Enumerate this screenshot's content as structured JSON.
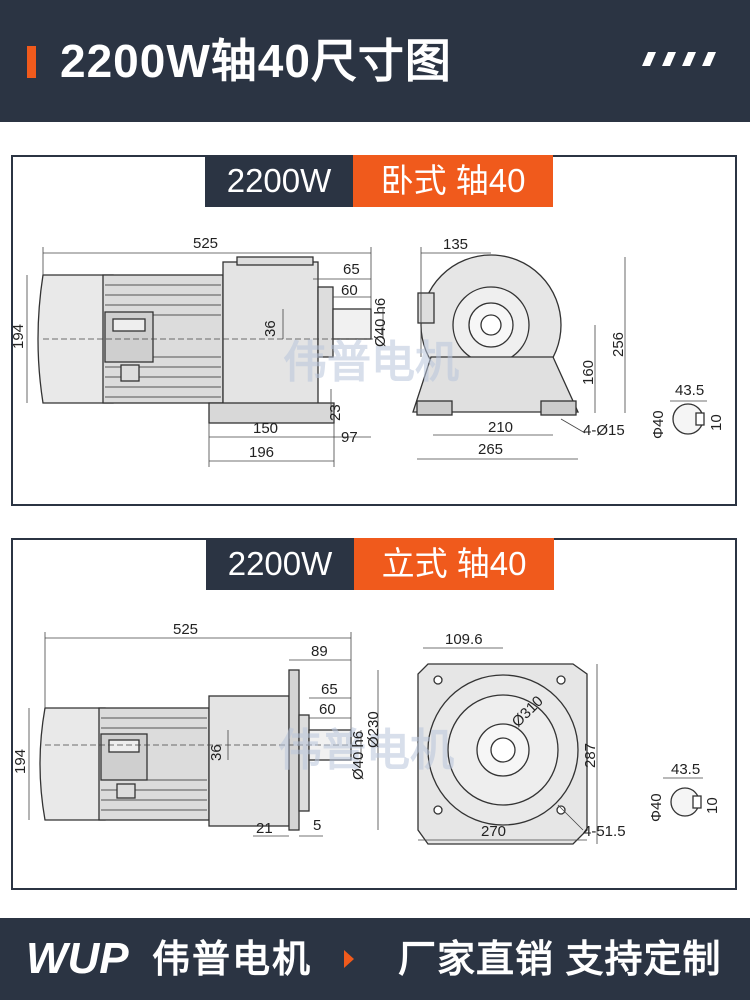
{
  "header": {
    "title": "2200W轴40尺寸图"
  },
  "panel_horizontal": {
    "power_label": "2200W",
    "type_label": "卧式 轴40",
    "dims": {
      "total_length": "525",
      "motor_dia": "194",
      "shaft_65": "65",
      "shaft_60": "60",
      "shaft_36": "36",
      "shaft_dia": "Ø40 h6",
      "base_23": "23",
      "base_150": "150",
      "base_97": "97",
      "base_196": "196",
      "side_135": "135",
      "side_160": "160",
      "side_256": "256",
      "side_210": "210",
      "side_265": "265",
      "holes": "4-Ø15",
      "key_435": "43.5",
      "key_phi40": "Φ40",
      "key_10": "10"
    }
  },
  "panel_vertical": {
    "power_label": "2200W",
    "type_label": "立式 轴40",
    "dims": {
      "total_length": "525",
      "motor_dia": "194",
      "flange_89": "89",
      "shaft_65": "65",
      "shaft_60": "60",
      "shaft_36": "36",
      "shaft_dia": "Ø40 h6",
      "flange_230": "Ø230",
      "flange_21": "21",
      "flange_5": "5",
      "front_1096": "109.6",
      "front_310": "Ø310",
      "front_287": "287",
      "front_270": "270",
      "holes": "4-51.5",
      "key_435": "43.5",
      "key_phi40": "Φ40",
      "key_10": "10"
    }
  },
  "watermark": "伟普电机",
  "footer": {
    "brand": "WUP",
    "company": "伟普电机",
    "slogan": "厂家直销 支持定制"
  },
  "colors": {
    "dark": "#2b3443",
    "accent": "#f05a1c",
    "line": "#333333",
    "body_fill": "#e9e9e9"
  }
}
